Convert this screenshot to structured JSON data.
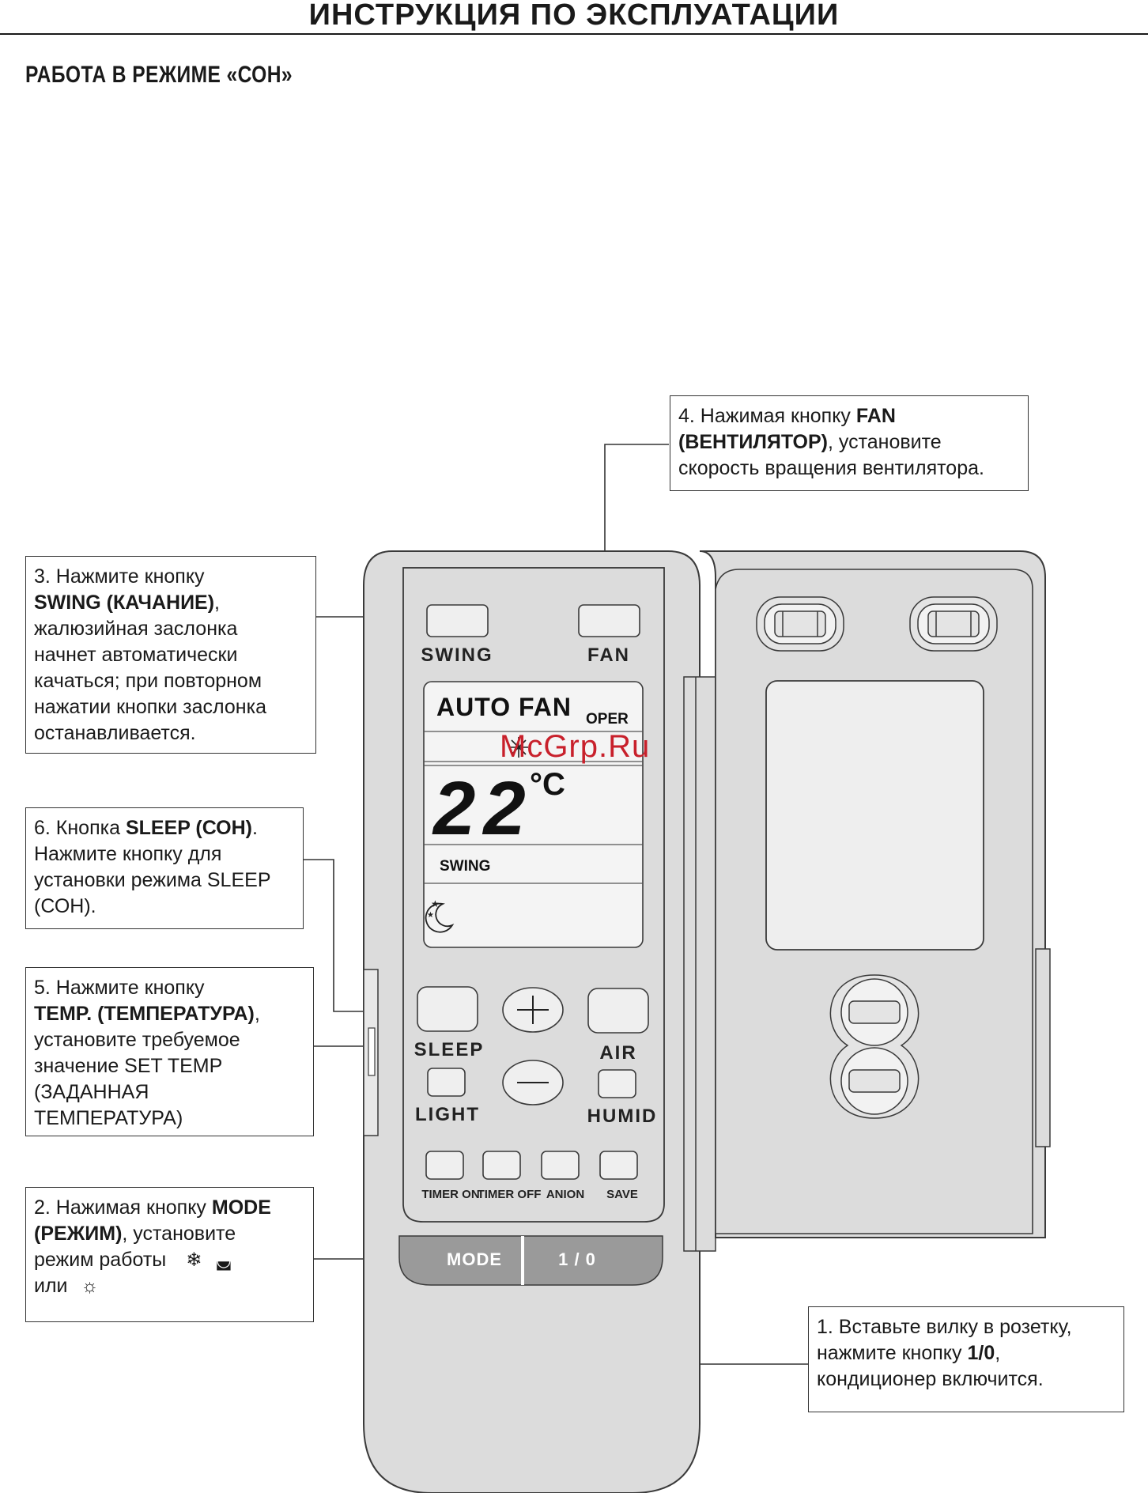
{
  "page": {
    "title": "ИНСТРУКЦИЯ ПО ЭКСПЛУАТАЦИИ",
    "section_title": "РАБОТА В РЕЖИМЕ «СОН»"
  },
  "callouts": {
    "c4": {
      "num": "4. Нажимая кнопку ",
      "bold1": "FAN",
      "bold2": "(ВЕНТИЛЯТОР)",
      "text2": ", установите",
      "line3": "скорость вращения вентилятора."
    },
    "c3": {
      "num": "3. Нажмите кнопку",
      "bold1": "SWING (КАЧАНИЕ)",
      "text1": ",",
      "line3": "жалюзийная заслонка",
      "line4": "начнет автоматически",
      "line5": "качаться; при повторном",
      "line6": "нажатии кнопки заслонка",
      "line7": "останавливается."
    },
    "c6": {
      "num": "6. Кнопка ",
      "bold1": "SLEEP (СОН)",
      "text1": ".",
      "line2": "Нажмите кнопку для",
      "line3": "установки режима SLEEP",
      "line4": "(СОН)."
    },
    "c5": {
      "num": "5.  Нажмите кнопку",
      "bold1": "TEMP. (ТЕМПЕРАТУРА)",
      "text1": ",",
      "line3": "установите требуемое",
      "line4": "значение SET TEMP",
      "line5": "(ЗАДАННАЯ",
      "line6": "ТЕМПЕРАТУРА)"
    },
    "c2": {
      "num": "2. Нажимая кнопку ",
      "bold1": "MODE",
      "bold2": "(РЕЖИМ)",
      "text2": ", установите",
      "line3": "режим работы",
      "line4": "или"
    },
    "c1": {
      "num": "1.  Вставьте вилку в розетку,",
      "text2a": "нажмите кнопку ",
      "bold1": "1/0",
      "text2b": ",",
      "line3": "кондиционер включится."
    }
  },
  "remote": {
    "buttons": {
      "swing": "SWING",
      "fan": "FAN",
      "sleep": "SLEEP",
      "air": "AIR",
      "light": "LIGHT",
      "humid": "HUMID",
      "timer_on": "TIMER ON",
      "timer_off": "TIMER OFF",
      "anion": "ANION",
      "save": "SAVE",
      "mode": "MODE",
      "power": "1 / 0"
    },
    "display": {
      "mode_text": "AUTO FAN",
      "oper": "OPER",
      "temperature": "22",
      "unit": "°C",
      "swing": "SWING"
    }
  },
  "watermark": "McGrp.Ru",
  "colors": {
    "remote_fill": "#dcdcdc",
    "outline": "#3a3a3a",
    "watermark": "#c8202b"
  }
}
